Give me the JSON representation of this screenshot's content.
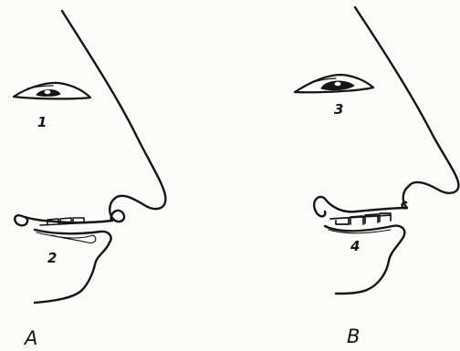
{
  "figure": {
    "panels": [
      {
        "id": "A",
        "panel_label": "A",
        "eye_label": "1",
        "mouth_label": "2"
      },
      {
        "id": "B",
        "panel_label": "B",
        "eye_label": "3",
        "mouth_label": "4"
      }
    ],
    "colors": {
      "ink": "#151515",
      "paper": "#fbfbfa"
    }
  }
}
